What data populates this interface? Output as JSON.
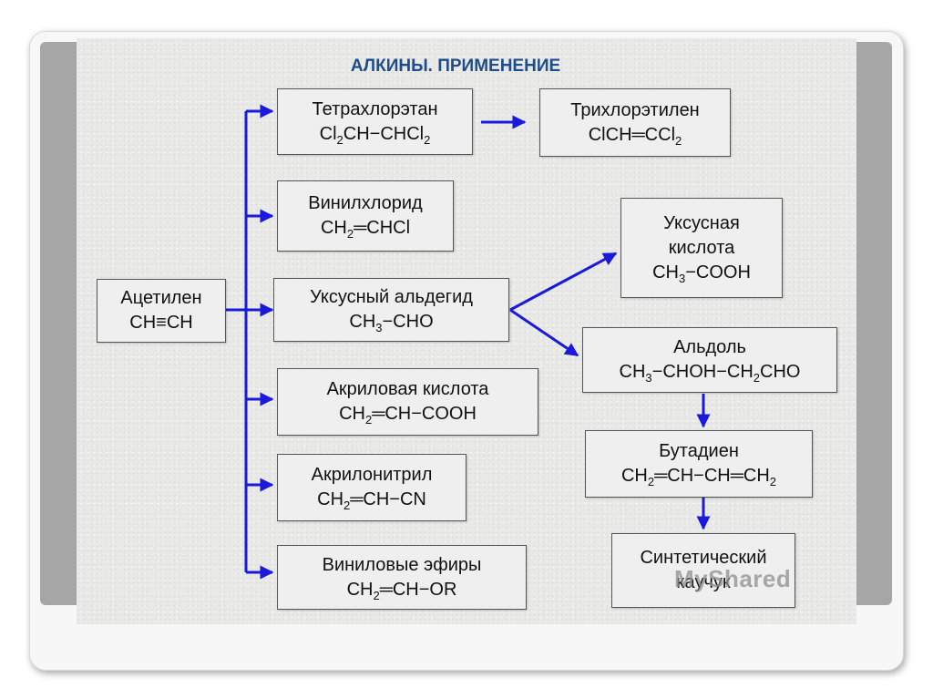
{
  "title": "АЛКИНЫ. ПРИМЕНЕНИЕ",
  "nodes": {
    "acetylene": {
      "name": "Ацетилен",
      "formula": [
        {
          "t": "CH≡CH"
        }
      ]
    },
    "tetrachloroethane": {
      "name": "Тетрахлорэтан",
      "formula": [
        {
          "t": "Cl"
        },
        {
          "s": "2"
        },
        {
          "t": "CH−CHCl"
        },
        {
          "s": "2"
        }
      ]
    },
    "trichloroethylene": {
      "name": "Трихлорэтилен",
      "formula": [
        {
          "t": "ClCH═CCl"
        },
        {
          "s": "2"
        }
      ]
    },
    "vinyl_chloride": {
      "name": "Винилхлорид",
      "formula": [
        {
          "t": "CH"
        },
        {
          "s": "2"
        },
        {
          "t": "═CHCl"
        }
      ]
    },
    "acetaldehyde": {
      "name": "Уксусный альдегид",
      "formula": [
        {
          "t": "CH"
        },
        {
          "s": "3"
        },
        {
          "t": "−CHO"
        }
      ]
    },
    "acrylic_acid": {
      "name": "Акриловая кислота",
      "formula": [
        {
          "t": "CH"
        },
        {
          "s": "2"
        },
        {
          "t": "═CH−COOH"
        }
      ]
    },
    "acrylonitrile": {
      "name": "Акрилонитрил",
      "formula": [
        {
          "t": "CH"
        },
        {
          "s": "2"
        },
        {
          "t": "═CH−CN"
        }
      ]
    },
    "vinyl_ethers": {
      "name": "Виниловые эфиры",
      "formula": [
        {
          "t": "CH"
        },
        {
          "s": "2"
        },
        {
          "t": "═CH−OR"
        }
      ]
    },
    "acetic_acid": {
      "name_line1": "Уксусная",
      "name_line2": "кислота",
      "formula": [
        {
          "t": "CH"
        },
        {
          "s": "3"
        },
        {
          "t": "−COOH"
        }
      ]
    },
    "aldol": {
      "name": "Альдоль",
      "formula": [
        {
          "t": "CH"
        },
        {
          "s": "3"
        },
        {
          "t": "−CHOH−CH"
        },
        {
          "s": "2"
        },
        {
          "t": "CHO"
        }
      ]
    },
    "butadiene": {
      "name": "Бутадиен",
      "formula": [
        {
          "t": "CH"
        },
        {
          "s": "2"
        },
        {
          "t": "═CH−CH═CH"
        },
        {
          "s": "2"
        }
      ]
    },
    "synthetic_rubber": {
      "line1": "Синтетический",
      "line2": "каучук"
    }
  },
  "watermark": {
    "prefix": "My",
    "suffix": "Shared"
  },
  "colors": {
    "arrow": "#1a1adb",
    "title": "#1f4d8c",
    "box_border": "#555555"
  }
}
